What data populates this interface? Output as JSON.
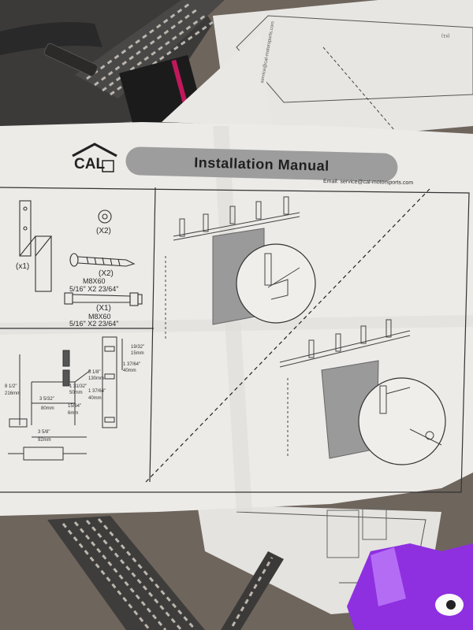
{
  "header": {
    "logo_text": "CAL",
    "title": "Installation Manual",
    "email": "Email: service@cal-motorsports.com"
  },
  "parts": {
    "bracket_qty": "(x1)",
    "washer_qty": "(X2)",
    "screw_qty": "(X2)",
    "screw_size": "M8X60",
    "screw_spec": "5/16\" X2 23/64\"",
    "bolt_qty": "(X1)",
    "bolt_size": "M8X60",
    "bolt_spec": "5/16\" X2 23/64\""
  },
  "dimensions": {
    "height_in": "8 1/2\"",
    "height_mm": "216mm",
    "width_a_in": "3 5/32\"",
    "width_a_mm": "80mm",
    "width_b_in": "3 5/8\"",
    "width_b_mm": "92mm",
    "d1_in": "1 31/32\"",
    "d1_mm": "50mm",
    "d2_in": "15/64\"",
    "d2_mm": "6mm",
    "d3_in": "1 37/64\"",
    "d3_mm": "40mm",
    "d4_in": "5 1/8\"",
    "d4_mm": "130mm",
    "d5_in": "19/32\"",
    "d5_mm": "15mm",
    "d6_in": "1 37/64\"",
    "d6_mm": "40mm"
  },
  "background_sheet": {
    "qty": "(x1)",
    "website": "service@cal-motorsports.com"
  },
  "colors": {
    "paper": "#ecebe8",
    "paper_shadow": "#dcdad6",
    "title_pill": "#9d9d9d",
    "door_gray": "#9a9a9a",
    "purple_bottle": "#8a2be2"
  }
}
